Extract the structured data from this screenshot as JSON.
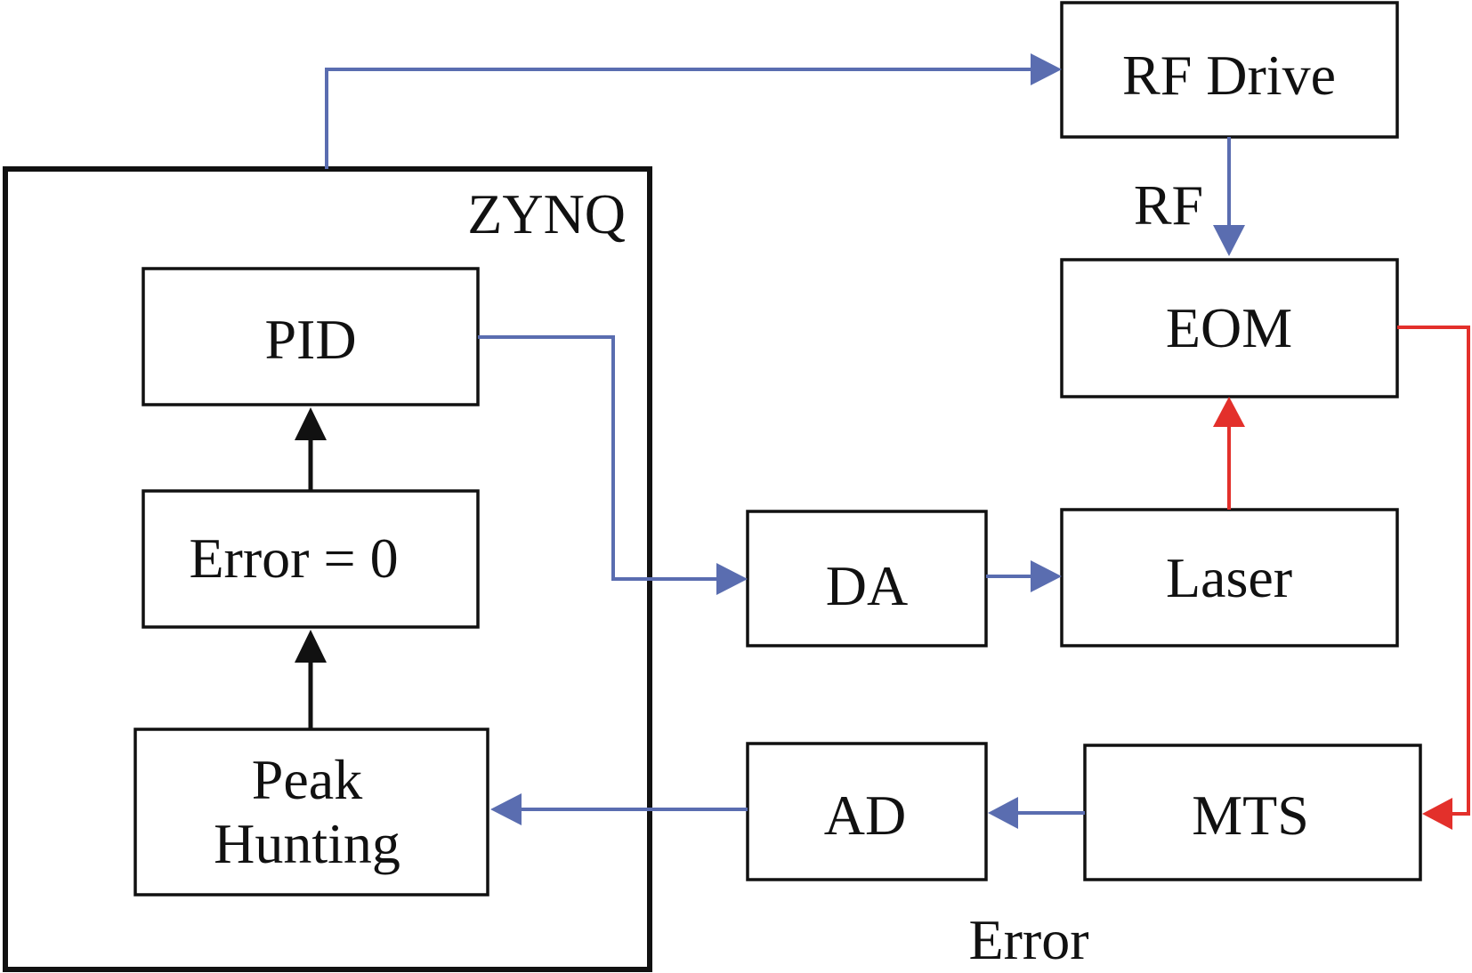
{
  "colors": {
    "signal_blue": "#5a6db0",
    "optical_red": "#e3302b",
    "ink": "#111111"
  },
  "zynq": {
    "label": "ZYNQ"
  },
  "blocks": {
    "pid": "PID",
    "error_zero": "Error = 0",
    "peak_line1": "Peak",
    "peak_line2": "Hunting",
    "rf_drive": "RF Drive",
    "eom": "EOM",
    "da": "DA",
    "laser": "Laser",
    "ad": "AD",
    "mts": "MTS"
  },
  "signals": {
    "rf": "RF",
    "error": "Error"
  }
}
